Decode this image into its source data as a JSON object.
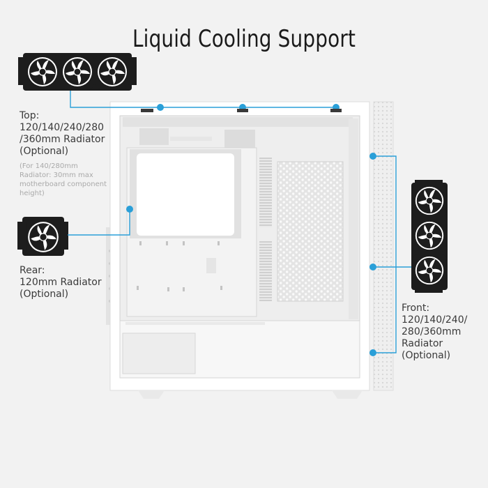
{
  "title": "Liquid Cooling Support",
  "callouts": {
    "top": {
      "lines": [
        "Top:",
        "120/140/240/280",
        "/360mm Radiator",
        "(Optional)"
      ],
      "note_lines": [
        "(For 140/280mm",
        "Radiator: 30mm max",
        "motherboard component",
        "height)"
      ],
      "fan_count": 3
    },
    "rear": {
      "lines": [
        "Rear:",
        "120mm Radiator",
        "(Optional)"
      ],
      "fan_count": 1
    },
    "front": {
      "lines": [
        "Front:",
        "120/140/240/",
        "280/360mm",
        "Radiator",
        "(Optional)"
      ],
      "fan_count": 3
    }
  },
  "colors": {
    "accent_line": "#2a9fd8",
    "case_body": "#ffffff",
    "fan_frame": "#1d1d1d",
    "background": "#f2f2f2"
  },
  "icons": [
    "radiator-fan-icon",
    "connector-dot-icon",
    "case-illustration"
  ]
}
